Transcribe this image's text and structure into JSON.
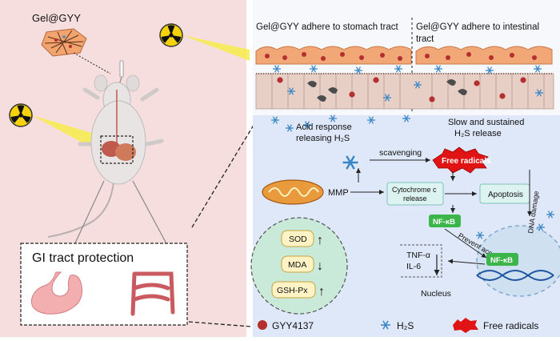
{
  "left_panel": {
    "material_label": "Gel@GYY",
    "protection_title": "GI tract protection"
  },
  "top_panel": {
    "stomach_label": "Gel@GYY adhere to stomach tract",
    "intestine_label_line1": "Gel@GYY adhere to intestinal",
    "intestine_label_line2": "tract",
    "acid_line1": "Acid response",
    "acid_line2": "releasing H₂S",
    "slow_line1": "Slow and sustained",
    "slow_line2": "H₂S  release"
  },
  "mechanism": {
    "scavenging": "scavenging",
    "free_radicals": "Free radicals",
    "mmp": "MMP",
    "cytochrome_line1": "Cytochrome c",
    "cytochrome_line2": "release",
    "apoptosis": "Apoptosis",
    "nfkb": "NF-κB",
    "nfkb2": "NF-κB",
    "prevent_access": "Prevent access",
    "dna_damage": "DNA damage",
    "tnf": "TNF-α",
    "il6": "IL-6",
    "nucleus": "Nucleus",
    "sod": "SOD",
    "mda": "MDA",
    "gsh": "GSH-Px",
    "sod_arrow": "↑",
    "mda_arrow": "↓",
    "gsh_arrow": "↑"
  },
  "legend": {
    "gyy": "GYY4137",
    "h2s": "H₂S",
    "free_radicals": "Free radicals"
  },
  "colors": {
    "left_bg": "#f7dede",
    "mech_bg": "#dfe8f8",
    "gyy_red": "#b52f2f",
    "h2s_blue": "#3b86c6",
    "burst_red": "#e01414",
    "nfkb_green": "#3cb54a",
    "circle_green": "#c9e9d9"
  }
}
